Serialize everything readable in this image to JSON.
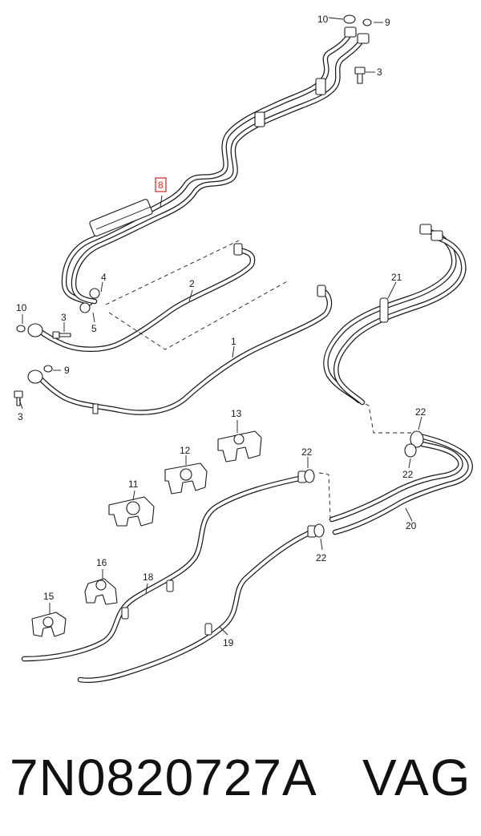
{
  "diagram": {
    "callouts": {
      "c1": "1",
      "c2": "2",
      "c3a": "3",
      "c3b": "3",
      "c3c": "3",
      "c4": "4",
      "c5": "5",
      "c8": "8",
      "c9a": "9",
      "c9b": "9",
      "c10a": "10",
      "c10b": "10",
      "c11": "11",
      "c12": "12",
      "c13": "13",
      "c15": "15",
      "c16": "16",
      "c18": "18",
      "c19": "19",
      "c20": "20",
      "c21": "21",
      "c22a": "22",
      "c22b": "22",
      "c22c": "22",
      "c22d": "22"
    },
    "highlight_color": "#d9342b"
  },
  "footer": {
    "part_number": "7N0820727A",
    "brand": "VAG"
  }
}
